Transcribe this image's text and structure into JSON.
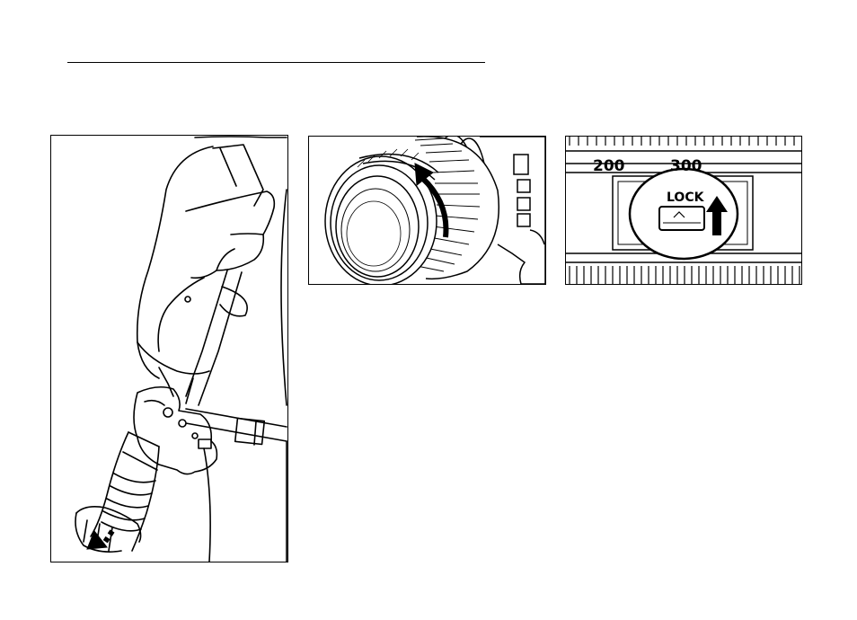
{
  "lock_panel": {
    "scale_left": "200",
    "scale_right": "300",
    "lock_label": "LOCK"
  }
}
